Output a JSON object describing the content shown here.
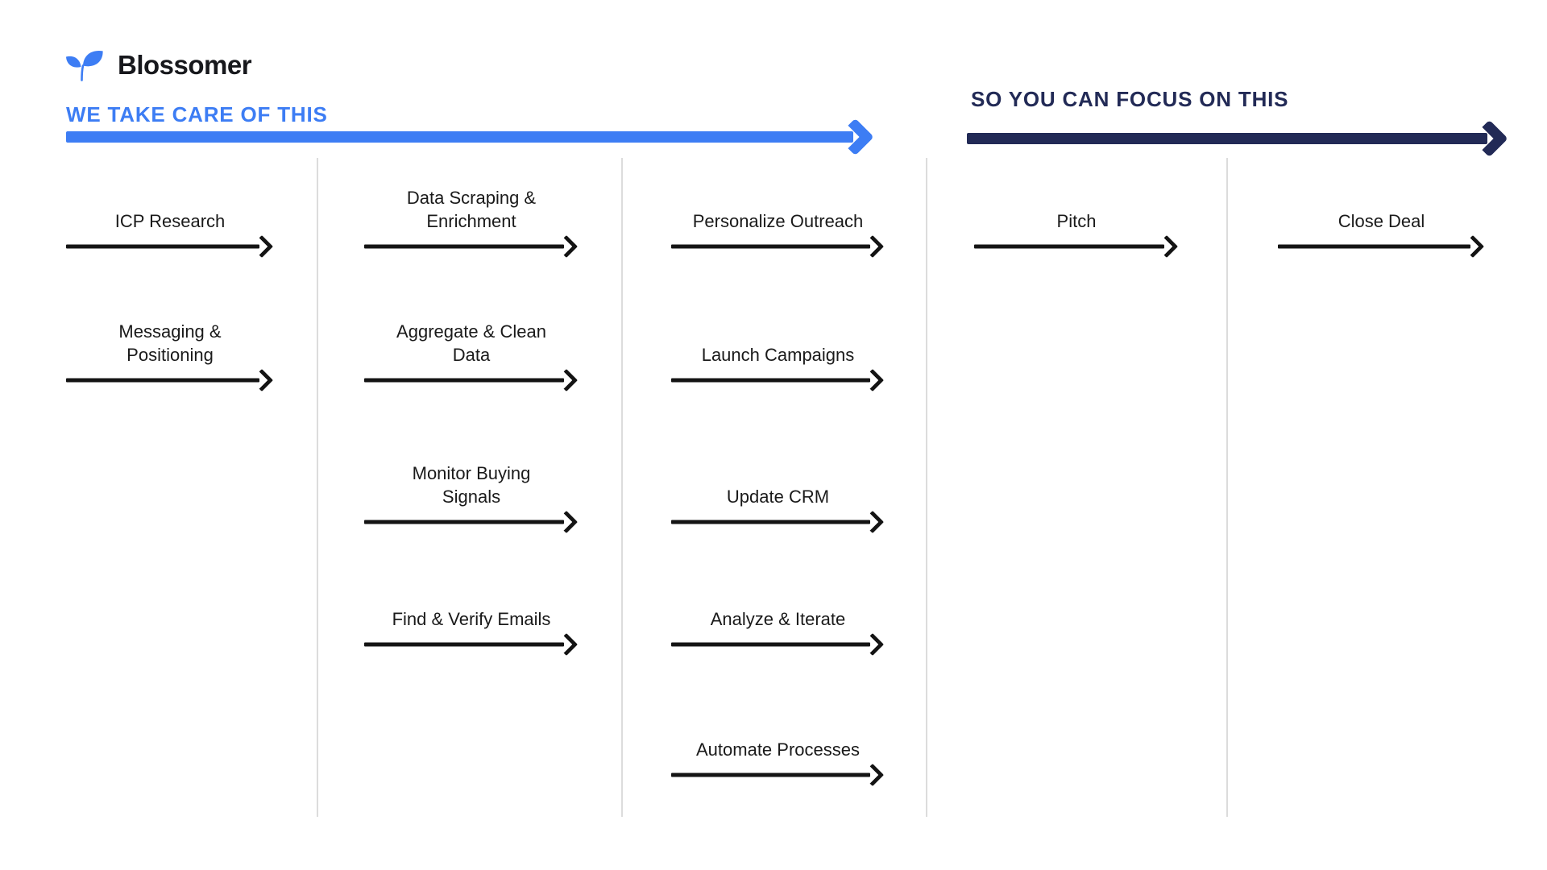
{
  "brand": {
    "name": "Blossomer"
  },
  "colors": {
    "accent_blue": "#3d7df4",
    "accent_navy": "#222a56",
    "arrow_black": "#141414",
    "divider_gray": "#dcdcdc",
    "text_dark": "#17181c"
  },
  "sections": {
    "left": {
      "title": "WE TAKE CARE OF THIS"
    },
    "right": {
      "title": "SO YOU CAN FOCUS ON THIS"
    }
  },
  "columns": [
    {
      "steps": [
        "ICP Research",
        "Messaging & Positioning"
      ]
    },
    {
      "steps": [
        "Data Scraping & Enrichment",
        "Aggregate & Clean Data",
        "Monitor Buying Signals",
        "Find & Verify Emails"
      ]
    },
    {
      "steps": [
        "Personalize Outreach",
        "Launch Campaigns",
        "Update CRM",
        "Analyze & Iterate",
        "Automate Processes"
      ]
    },
    {
      "steps": [
        "Pitch"
      ]
    },
    {
      "steps": [
        "Close Deal"
      ]
    }
  ]
}
